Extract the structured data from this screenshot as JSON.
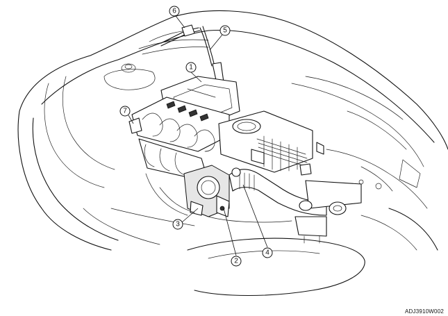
{
  "diagram": {
    "callouts": [
      {
        "id": "callout-1",
        "label": "1"
      },
      {
        "id": "callout-2",
        "label": "2"
      },
      {
        "id": "callout-3",
        "label": "3"
      },
      {
        "id": "callout-4",
        "label": "4"
      },
      {
        "id": "callout-5",
        "label": "5"
      },
      {
        "id": "callout-6",
        "label": "6"
      },
      {
        "id": "callout-7",
        "label": "7"
      }
    ],
    "figure_code": "ADJ3910W002"
  }
}
